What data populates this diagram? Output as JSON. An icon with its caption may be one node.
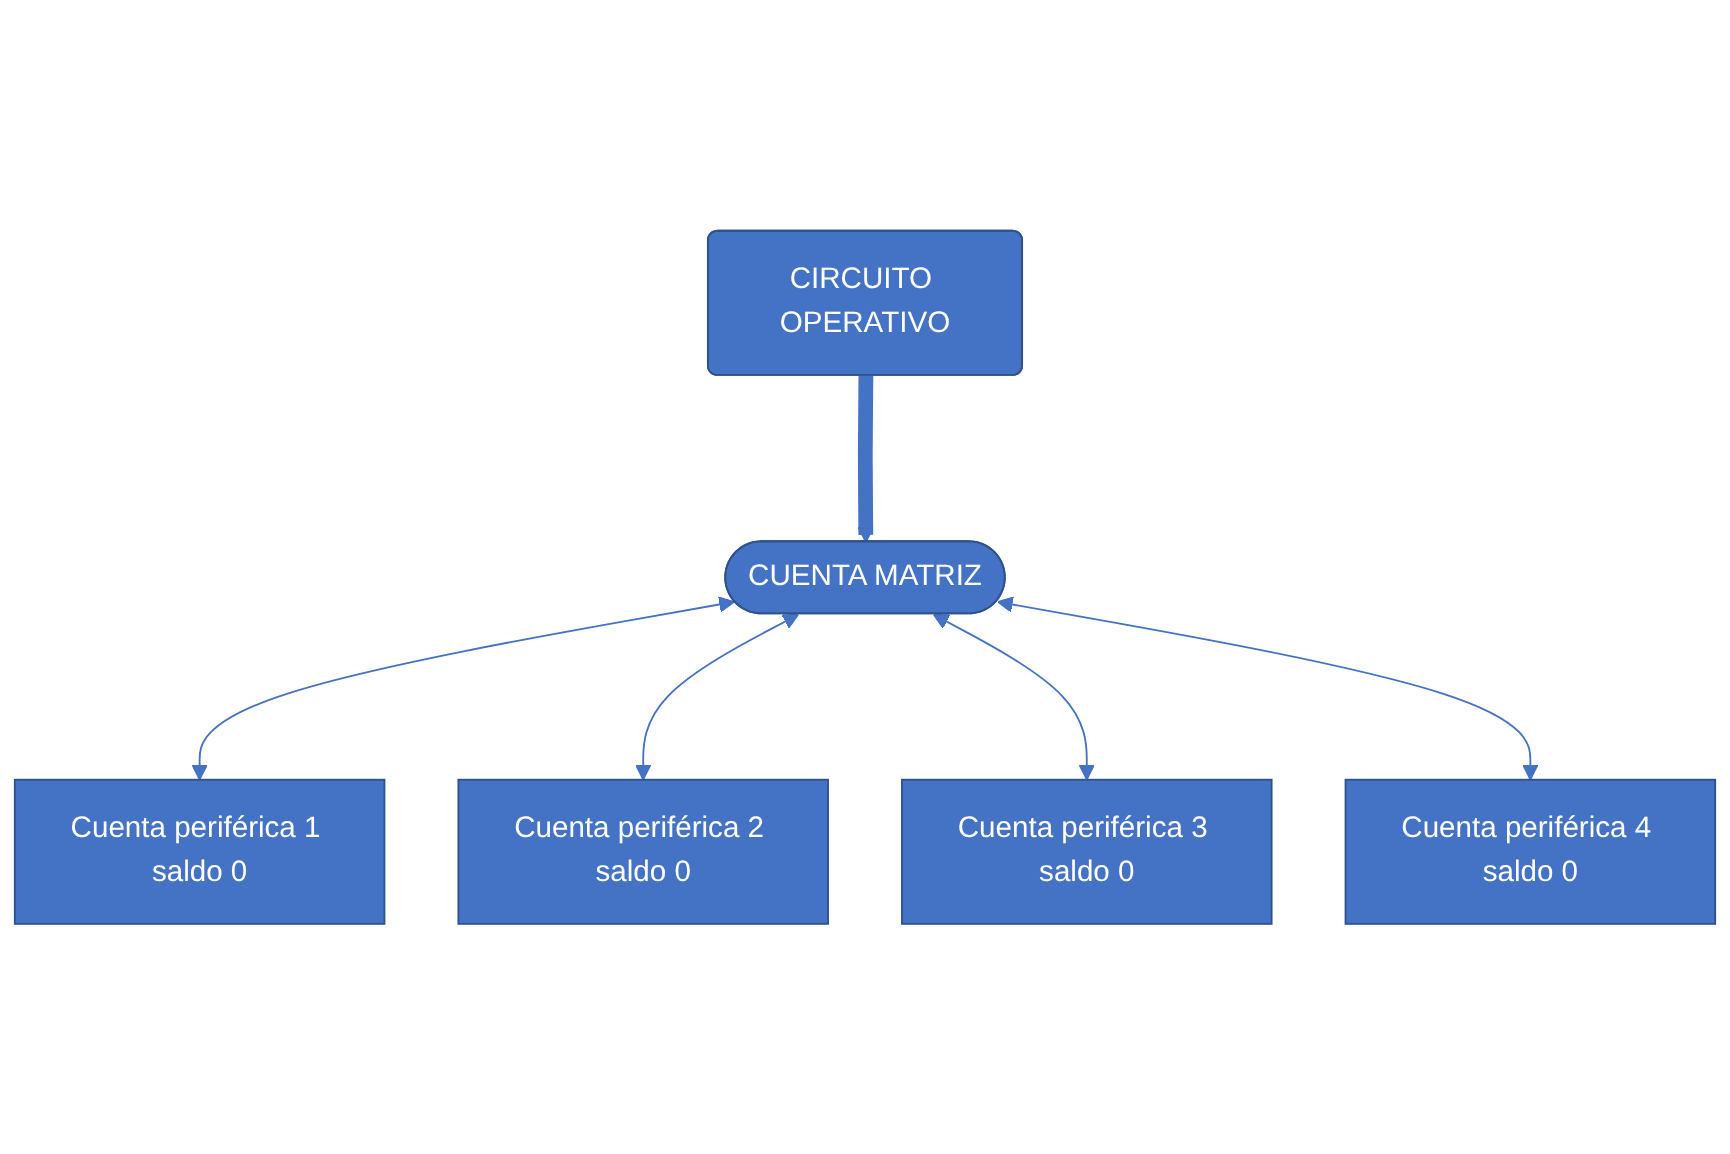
{
  "diagram": {
    "nodes": [
      {
        "text": [
          "CIRCUITO OPERATIVO"
        ]
      },
      {
        "text": [
          "CUENTA MATRIZ"
        ]
      },
      {
        "text": [
          "Cuenta periférica 1 saldo 0"
        ]
      },
      {
        "text": [
          "Cuenta periférica 2 saldo 0"
        ]
      },
      {
        "text": [
          "Cuenta periférica 3 saldo 0"
        ]
      },
      {
        "text": [
          "Cuenta periférica 4 saldo 0"
        ]
      }
    ],
    "edges": [
      {
        "from": 0,
        "to": 1,
        "arrow": "to",
        "style": "thick"
      },
      {
        "from": 1,
        "to": 2,
        "arrow": "both"
      },
      {
        "from": 1,
        "to": 3,
        "arrow": "both"
      },
      {
        "from": 1,
        "to": 4,
        "arrow": "both"
      },
      {
        "from": 1,
        "to": 5,
        "arrow": "both"
      }
    ]
  }
}
